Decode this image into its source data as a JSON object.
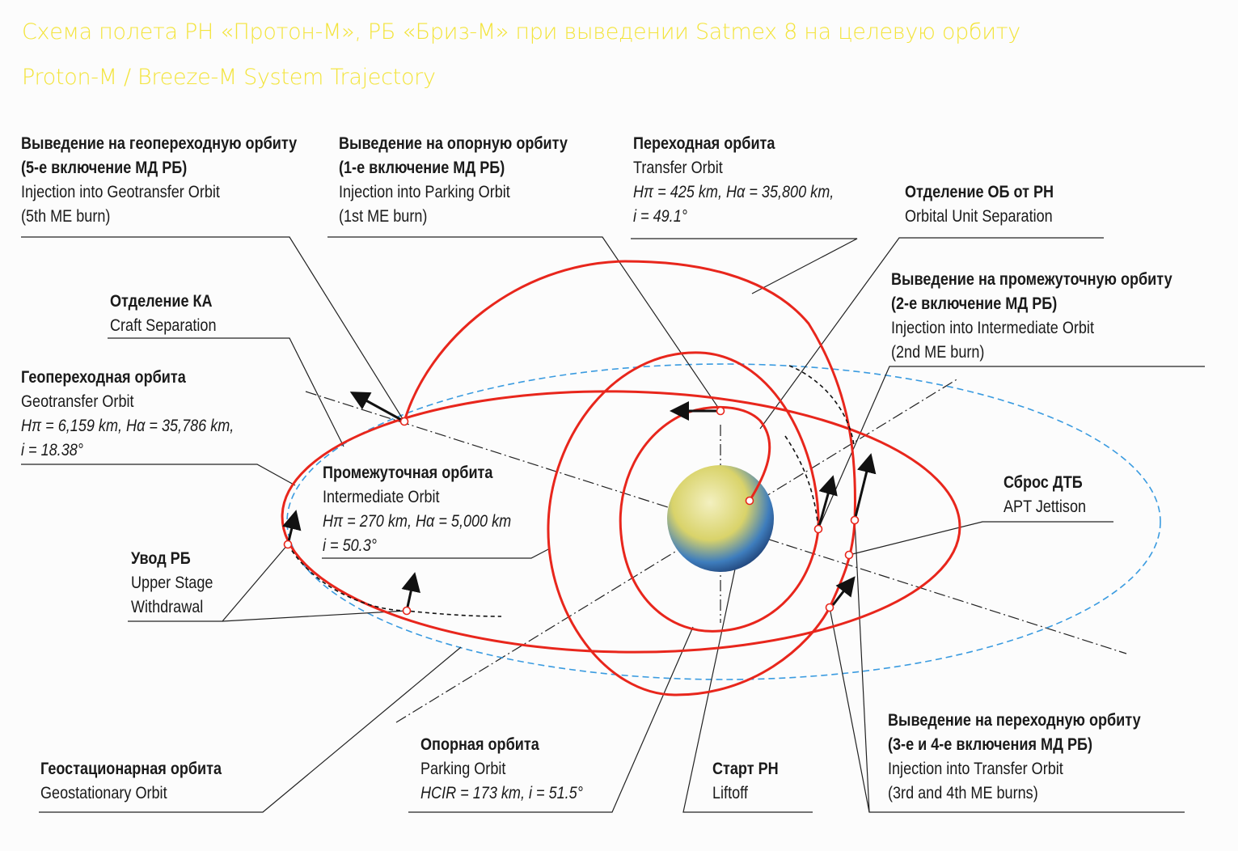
{
  "title_ru": "Схема полета РН «Протон-М», РБ «Бриз-М» при выведении Satmex 8 на целевую орбиту",
  "title_en": "Proton-M / Breeze-M System Trajectory",
  "colors": {
    "title": "#f3e43c",
    "orbit": "#e8261c",
    "geo_orbit": "#3a9be0",
    "line": "#1a1a1a"
  },
  "labels": {
    "gto_injection": {
      "ru": "Выведение на геопереходную орбиту",
      "ru2": "(5-е включение МД РБ)",
      "en": "Injection into Geotransfer Orbit",
      "en2": "(5th ME burn)"
    },
    "parking_injection": {
      "ru": "Выведение на опорную орбиту",
      "ru2": "(1-е включение МД РБ)",
      "en": "Injection into Parking Orbit",
      "en2": "(1st ME burn)"
    },
    "transfer_orbit": {
      "ru": "Переходная орбита",
      "en": "Transfer Orbit",
      "params": "Hπ = 425 km, Hα = 35,800 km,",
      "params2": "i = 49.1°"
    },
    "ou_separation": {
      "ru": "Отделение ОБ от РН",
      "en": "Orbital Unit Separation"
    },
    "intermediate_injection": {
      "ru": "Выведение на промежуточную орбиту",
      "ru2": "(2-е включение МД РБ)",
      "en": "Injection into Intermediate Orbit",
      "en2": "(2nd ME burn)"
    },
    "craft_separation": {
      "ru": "Отделение КА",
      "en": "Craft Separation"
    },
    "geotransfer_orbit": {
      "ru": "Геопереходная орбита",
      "en": "Geotransfer Orbit",
      "params": "Hπ = 6,159 km, Hα = 35,786 km,",
      "params2": "i = 18.38°"
    },
    "intermediate_orbit": {
      "ru": "Промежуточная орбита",
      "en": "Intermediate Orbit",
      "params": "Hπ = 270 km, Hα = 5,000 km",
      "params2": "i = 50.3°"
    },
    "upper_stage_withdrawal": {
      "ru": "Увод РБ",
      "en": "Upper Stage",
      "en2": "Withdrawal"
    },
    "apt_jettison": {
      "ru": "Сброс ДТБ",
      "en": "APT Jettison"
    },
    "geostationary_orbit": {
      "ru": "Геостационарная орбита",
      "en": "Geostationary Orbit"
    },
    "parking_orbit": {
      "ru": "Опорная орбита",
      "en": "Parking Orbit",
      "params": "HCIR = 173 km, i = 51.5°"
    },
    "liftoff": {
      "ru": "Старт РН",
      "en": "Liftoff"
    },
    "transfer_injection": {
      "ru": "Выведение на переходную орбиту",
      "ru2": "(3-е и 4-е включения МД РБ)",
      "en": "Injection into Transfer Orbit",
      "en2": "(3rd and 4th ME burns)"
    }
  }
}
